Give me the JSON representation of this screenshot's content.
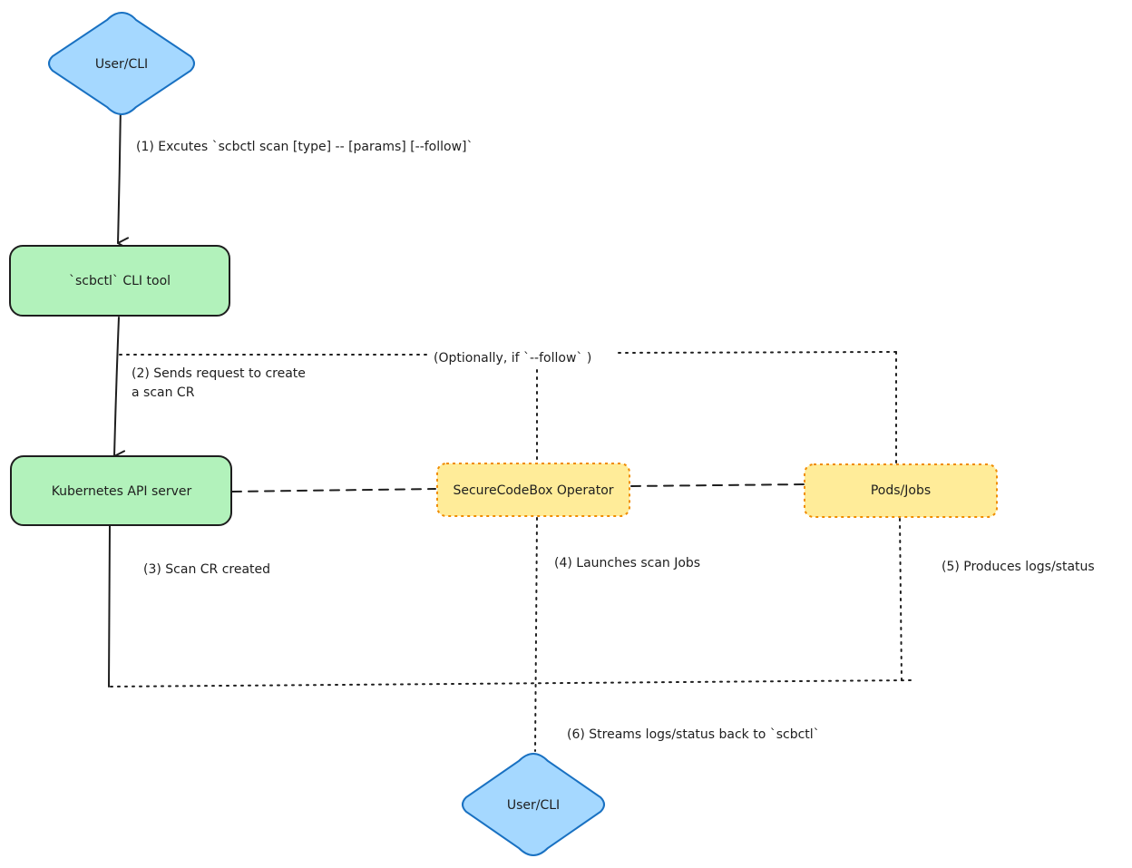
{
  "nodes": {
    "user_cli_top": "User/CLI",
    "scbctl_tool": "`scbctl` CLI tool",
    "k8s_api": "Kubernetes API server",
    "operator": "SecureCodeBox Operator",
    "pods_jobs": "Pods/Jobs",
    "user_cli_bottom": "User/CLI"
  },
  "edges": {
    "step1": "(1) Excutes `scbctl scan [type] -- [params] [--follow]`",
    "step2_line1": "(2) Sends request to create",
    "step2_line2": "a scan CR",
    "optional": "(Optionally, if `--follow` )",
    "step3": "(3) Scan CR created",
    "step4": "(4) Launches scan Jobs",
    "step5": "(5) Produces logs/status",
    "step6": "(6) Streams logs/status back to `scbctl`"
  },
  "colors": {
    "diamond_fill": "#a5d8ff",
    "diamond_stroke": "#1971c2",
    "green_fill": "#b2f2bb",
    "green_stroke": "#1e1e1e",
    "yellow_fill": "#ffec99",
    "yellow_stroke": "#f08c00",
    "line": "#1e1e1e"
  }
}
